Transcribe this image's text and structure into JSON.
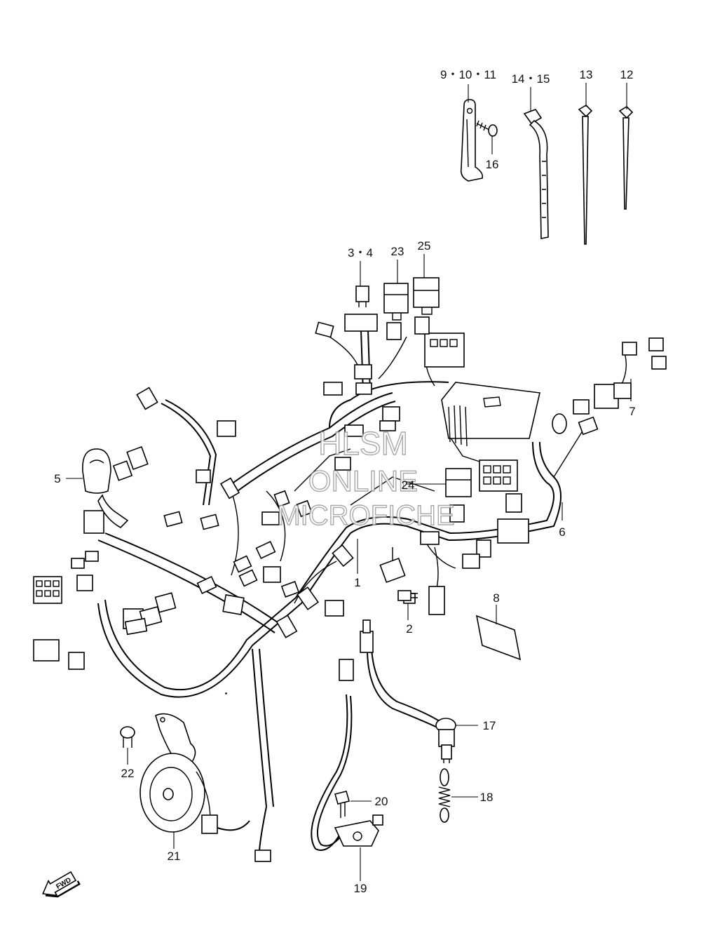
{
  "watermark": {
    "line1": "HLSM",
    "line2": "ONLINE",
    "line3": "MICROFICHE"
  },
  "callouts": {
    "c1": "1",
    "c2": "2",
    "c3_4": "3・4",
    "c5": "5",
    "c6": "6",
    "c7": "7",
    "c8": "8",
    "c9_10_11": "9・10・11",
    "c12": "12",
    "c13": "13",
    "c14_15": "14・15",
    "c16": "16",
    "c17": "17",
    "c18": "18",
    "c19": "19",
    "c20": "20",
    "c21": "21",
    "c22": "22",
    "c23": "23",
    "c24": "24",
    "c25": "25"
  },
  "fwd_badge": "FWD"
}
